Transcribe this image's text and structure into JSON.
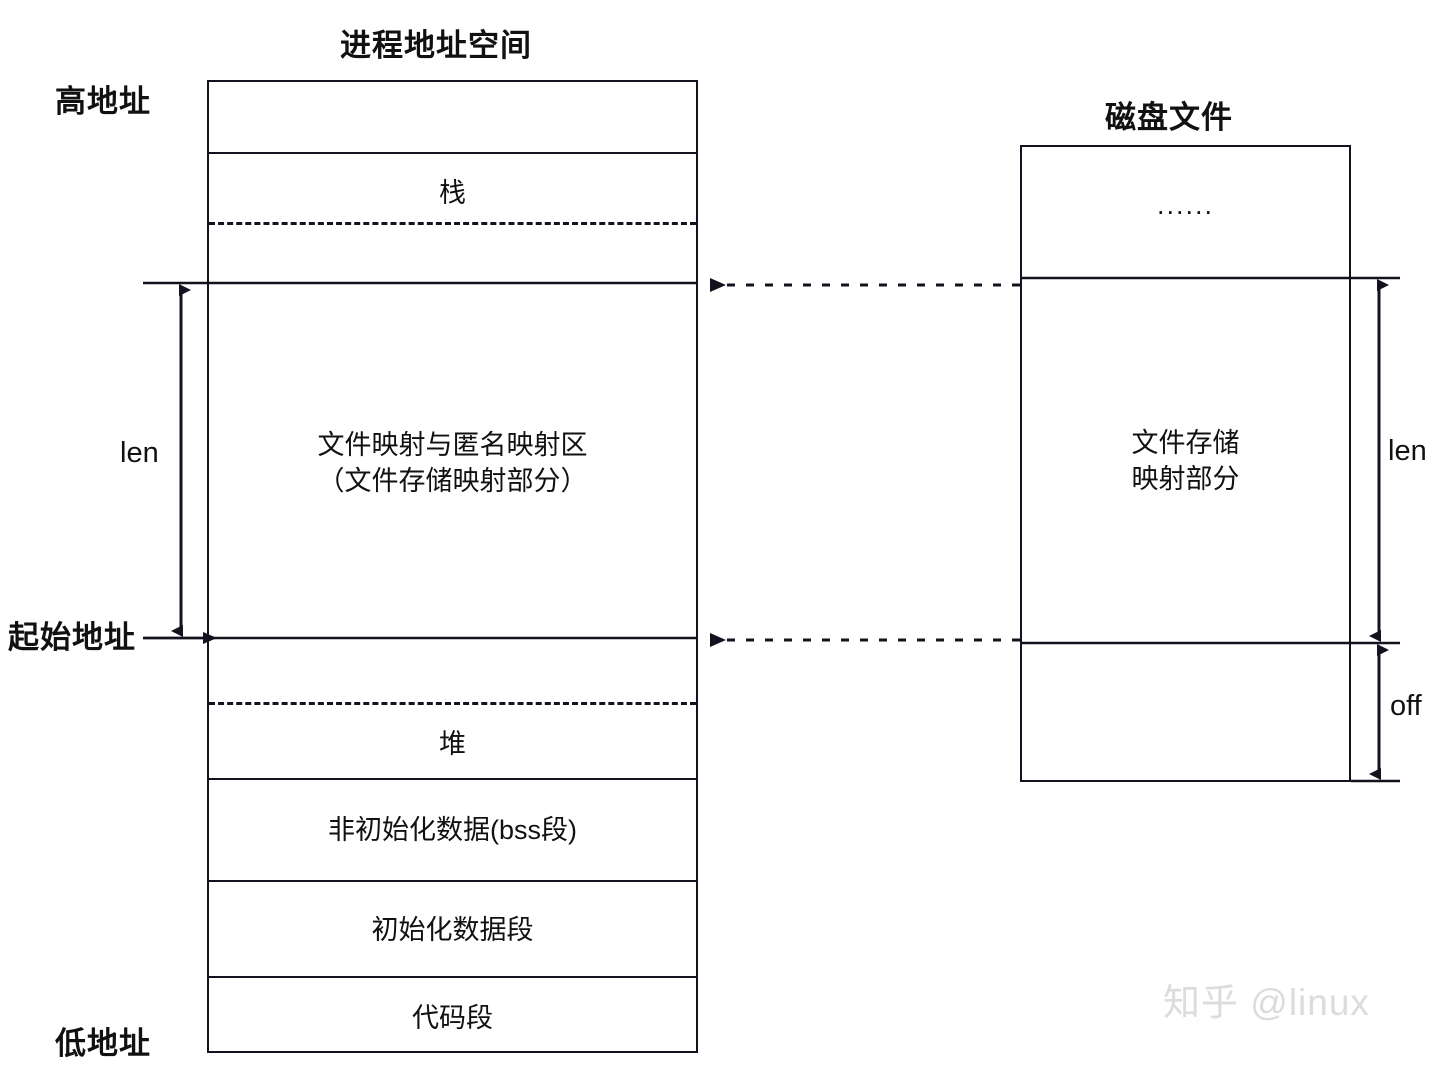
{
  "diagram": {
    "left_title": "进程地址空间",
    "right_title": "磁盘文件",
    "address_labels": {
      "high": "高地址",
      "low": "低地址",
      "start": "起始地址"
    },
    "dimension_labels": {
      "left_len": "len",
      "right_len": "len",
      "right_off": "off"
    },
    "process_segments": [
      {
        "name": "top-empty",
        "label": ""
      },
      {
        "name": "stack",
        "label": "栈"
      },
      {
        "name": "stack-gap",
        "label": ""
      },
      {
        "name": "mmap-region",
        "label": "文件映射与匿名映射区\n（文件存储映射部分）"
      },
      {
        "name": "mmap-gap",
        "label": ""
      },
      {
        "name": "heap",
        "label": "堆"
      },
      {
        "name": "bss",
        "label": "非初始化数据(bss段)"
      },
      {
        "name": "data",
        "label": "初始化数据段"
      },
      {
        "name": "text",
        "label": "代码段"
      }
    ],
    "disk_segments": [
      {
        "name": "disk-other",
        "label": "......"
      },
      {
        "name": "disk-mapped",
        "label": "文件存储\n映射部分"
      },
      {
        "name": "disk-offset",
        "label": ""
      }
    ],
    "watermark": "知乎 @linux",
    "colors": {
      "stroke": "#13131f",
      "text": "#111111",
      "background": "#ffffff",
      "watermark": "#dcdcdc"
    }
  }
}
